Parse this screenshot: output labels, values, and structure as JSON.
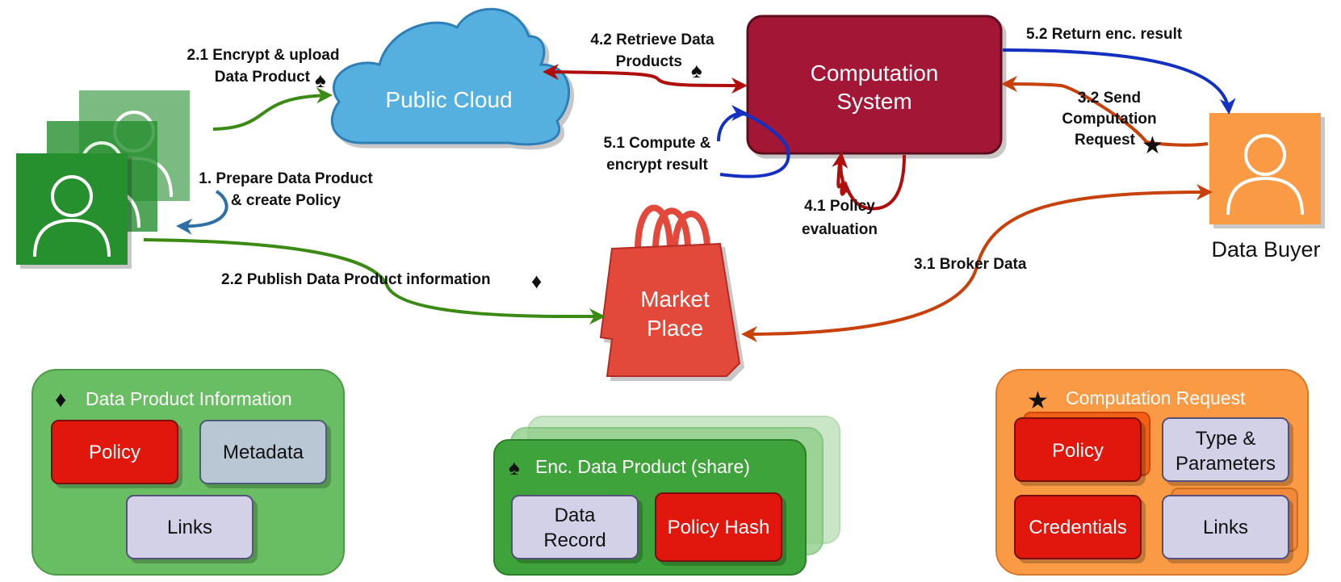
{
  "colors": {
    "owner_green": "#258f2f",
    "cloud_blue": "#55b0df",
    "computation_crimson": "#a31535",
    "market_red": "#e2483b",
    "buyer_orange": "#fb9a45",
    "arrow_green": "#3b8a14",
    "arrow_blue": "#1430c0",
    "arrow_steel": "#2e6fa8",
    "arrow_red": "#b00d0d",
    "arrow_orange": "#c8400a",
    "policy_red": "#e1190f",
    "lavender": "#d3d1e8",
    "metadata_gray": "#b9c7d4"
  },
  "nodes": {
    "public_cloud": "Public Cloud",
    "computation_line1": "Computation",
    "computation_line2": "System",
    "market_line1": "Market",
    "market_line2": "Place",
    "data_buyer": "Data Buyer"
  },
  "steps": {
    "s1_line1": "1. Prepare Data Product",
    "s1_line2": "& create Policy",
    "s21_line1": "2.1 Encrypt & upload",
    "s21_line2": "Data Product",
    "s22": "2.2 Publish Data Product information",
    "s31": "3.1 Broker Data",
    "s32_line1": "3.2 Send",
    "s32_line2": "Computation",
    "s32_line3": "Request",
    "s41_line1": "4.1 Policy",
    "s41_line2": "evaluation",
    "s42_line1": "4.2 Retrieve Data",
    "s42_line2": "Products",
    "s51_line1": "5.1 Compute &",
    "s51_line2": "encrypt result",
    "s52": "5.2 Return enc. result"
  },
  "symbols": {
    "diamond": "♦",
    "spade": "♠",
    "star": "★"
  },
  "panels": {
    "data_product_info": {
      "title": "Data Product Information",
      "policy": "Policy",
      "metadata": "Metadata",
      "links": "Links"
    },
    "enc_data_product": {
      "title": "Enc. Data Product (share)",
      "record_line1": "Data",
      "record_line2": "Record",
      "policy_hash": "Policy Hash"
    },
    "computation_request": {
      "title": "Computation Request",
      "policy": "Policy",
      "type_line1": "Type &",
      "type_line2": "Parameters",
      "credentials": "Credentials",
      "links": "Links"
    }
  }
}
